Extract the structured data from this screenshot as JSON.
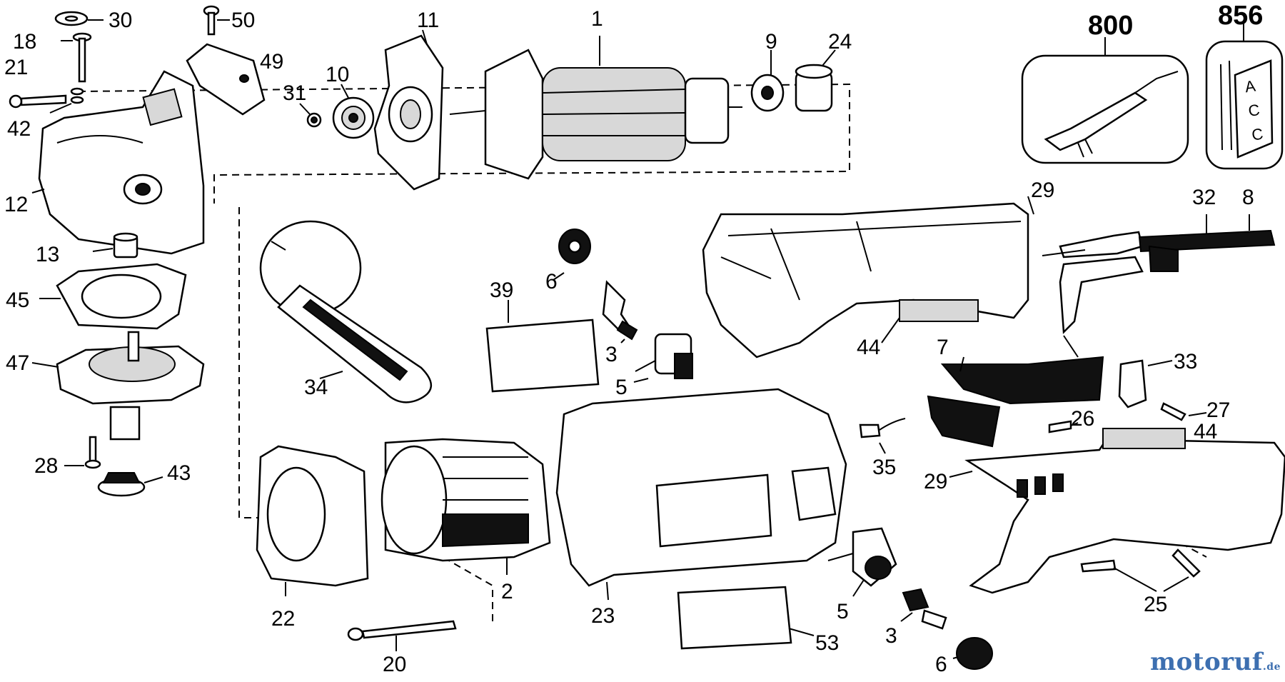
{
  "diagram": {
    "callouts": [
      "30",
      "50",
      "11",
      "1",
      "9",
      "24",
      "18",
      "21",
      "49",
      "31",
      "10",
      "42",
      "12",
      "13",
      "45",
      "47",
      "28",
      "43",
      "39",
      "6",
      "3",
      "5",
      "34",
      "29",
      "32",
      "8",
      "44",
      "7",
      "33",
      "26",
      "27",
      "35",
      "22",
      "2",
      "23",
      "20",
      "53",
      "25"
    ],
    "kit_labels": {
      "kit_a": "800",
      "kit_b": "856"
    },
    "tag_letters": [
      "A",
      "C",
      "C"
    ]
  },
  "watermark": {
    "brand_a": "motoruf",
    "brand_b": "",
    "tld": ".de"
  },
  "colors": {
    "ink": "#000000",
    "watermark_blue": "#3d6fb0",
    "watermark_gold": "#c9a227"
  }
}
